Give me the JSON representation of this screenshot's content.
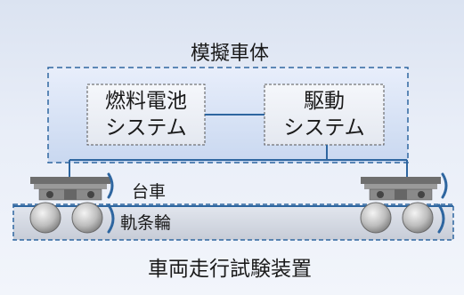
{
  "diagram": {
    "top_label": "模擬車体",
    "fuel_cell_box": {
      "line1": "燃料電池",
      "line2": "システム"
    },
    "drive_box": {
      "line1": "駆動",
      "line2": "システム"
    },
    "bogie_label": "台車",
    "wheel_label": "軌条輪",
    "bottom_label": "車両走行試験装置"
  },
  "colors": {
    "line": "#2e66a0",
    "dashed": "#2e66a0",
    "wheel": "#b8b8b8",
    "bogie": "#777777"
  }
}
